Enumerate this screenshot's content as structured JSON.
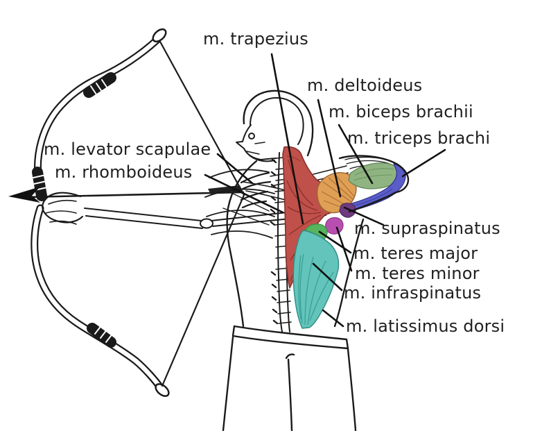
{
  "diagram": {
    "type": "anatomical-illustration-archer-back-muscles",
    "labels": {
      "trapezius": "m. trapezius",
      "deltoideus": "m. deltoideus",
      "biceps": "m. biceps brachii",
      "triceps": "m. triceps brachi",
      "levator_scapulae": "m. levator scapulae",
      "rhomboideus": "m. rhomboideus",
      "supraspinatus": "m. supraspinatus",
      "teres_major": "m. teres major",
      "teres_minor": "m. teres minor",
      "infraspinatus": "m. infraspinatus",
      "latissimus_dorsi": "m. latissimus dorsi"
    },
    "colors": {
      "trapezius": "#c0504a",
      "deltoideus": "#dfa055",
      "biceps": "#8fb482",
      "triceps": "#5a5dc8",
      "supraspinatus": "#6f3a80",
      "teres_major": "#55b45c",
      "teres_minor": "#b84fb0",
      "infraspinatus": "#62c4ba",
      "latissimus_dorsi": "#62c4ba",
      "outline": "#1a1a1a",
      "label_text": "#1f1f1f"
    }
  }
}
